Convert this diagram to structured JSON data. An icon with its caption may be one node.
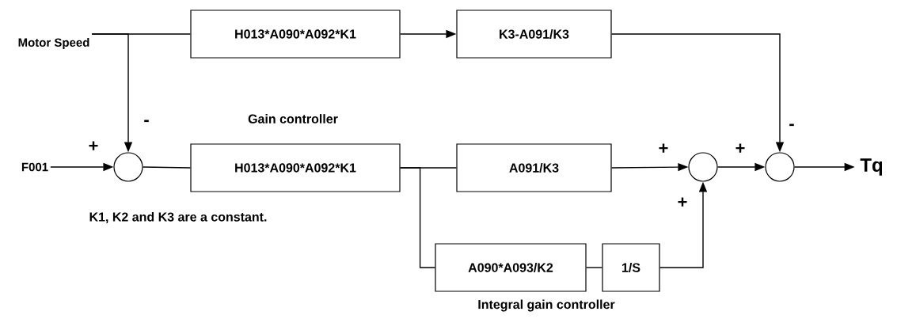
{
  "diagram": {
    "nodes": [
      {
        "text": [
          "Motor Speed"
        ]
      },
      {
        "text": [
          "H013*A090*A092*K1"
        ]
      },
      {
        "text": [
          "K3-A091/K3"
        ]
      },
      {
        "text": [
          "F001"
        ]
      },
      {
        "text": [],
        "shape": "circle"
      },
      {
        "text": [
          "H013*A090*A092*K1"
        ]
      },
      {
        "text": [
          "A091/K3"
        ]
      },
      {
        "text": [],
        "shape": "circle"
      },
      {
        "text": [],
        "shape": "circle"
      },
      {
        "text": [
          "Tq"
        ]
      },
      {
        "text": [
          "A090*A093/K2"
        ]
      },
      {
        "text": [
          "1/S"
        ]
      }
    ],
    "edges": [
      {
        "from": 0,
        "to": 1,
        "arrow": "none"
      },
      {
        "from": 0,
        "to": 4,
        "arrow": "to"
      },
      {
        "from": 1,
        "to": 2,
        "arrow": "to"
      },
      {
        "from": 2,
        "to": 8,
        "arrow": "to"
      },
      {
        "from": 3,
        "to": 4,
        "arrow": "to"
      },
      {
        "from": 4,
        "to": 5,
        "arrow": "none"
      },
      {
        "from": 5,
        "to": 6,
        "arrow": "none"
      },
      {
        "from": 5,
        "to": 10,
        "arrow": "none"
      },
      {
        "from": 6,
        "to": 7,
        "arrow": "to"
      },
      {
        "from": 7,
        "to": 8,
        "arrow": "to"
      },
      {
        "from": 8,
        "to": 9,
        "arrow": "to"
      },
      {
        "from": 10,
        "to": 11,
        "arrow": "none"
      },
      {
        "from": 11,
        "to": 7,
        "arrow": "to"
      }
    ],
    "labels": [
      "Gain controller",
      "-",
      "-",
      "+",
      "+",
      "+",
      "+",
      "K1, K2 and K3 are a constant.",
      "Integral gain controller"
    ]
  }
}
